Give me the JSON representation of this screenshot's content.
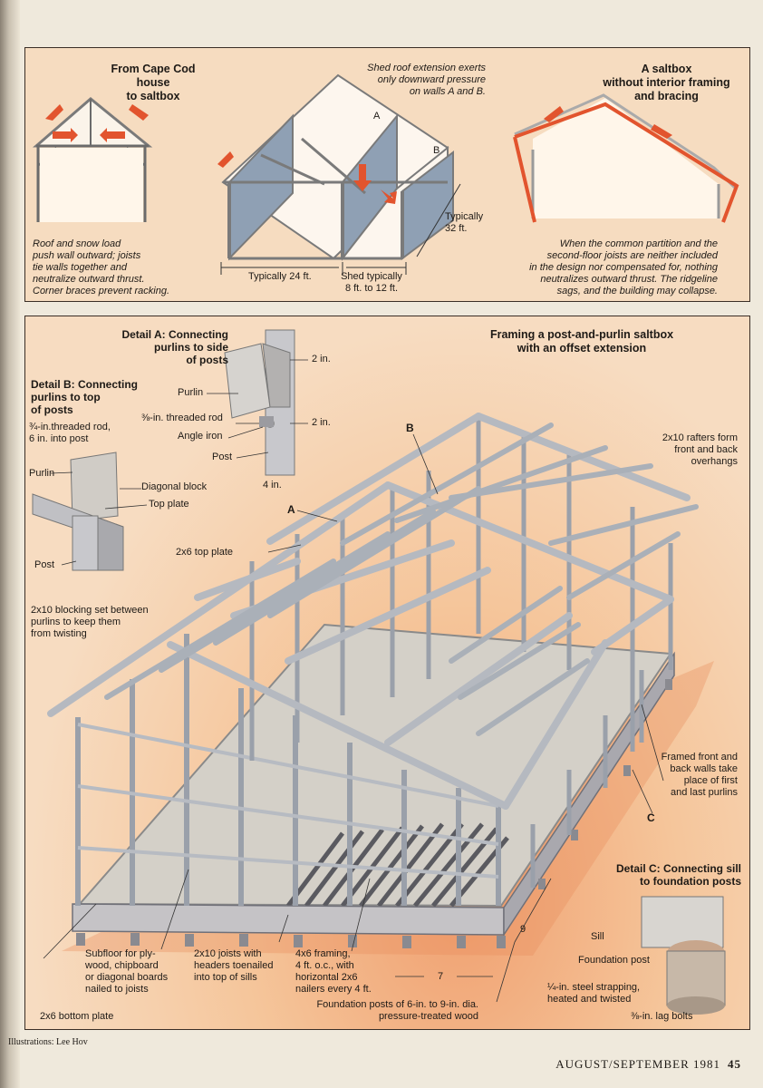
{
  "top": {
    "cape_title": "From Cape Cod house\nto saltbox",
    "cape_caption": "Roof and snow load\npush wall outward; joists\ntie walls together and\nneutralize outward thrust.\nCorner braces prevent racking.",
    "shed_caption": "Shed roof extension exerts\nonly downward pressure\non walls A and B.",
    "wall_a": "A",
    "wall_b": "B",
    "dim_24": "Typically 24 ft.",
    "dim_shed": "Shed typically\n8 ft. to 12 ft.",
    "dim_32": "Typically\n32 ft.",
    "saltbox_title": "A saltbox\nwithout interior framing\nand bracing",
    "saltbox_caption": "When the common partition and the\nsecond-floor joists are neither included\nin the design nor compensated for, nothing\nneutralizes outward thrust. The ridgeline\nsags, and the building may collapse."
  },
  "main": {
    "title": "Framing a post-and-purlin saltbox\nwith an offset extension",
    "detail_a_title": "Detail A: Connecting\npurlins to side\nof posts",
    "detail_a": {
      "purlin": "Purlin",
      "rod": "⅜-in. threaded rod",
      "angle": "Angle iron",
      "post": "Post",
      "dim_2in_top": "2 in.",
      "dim_2in_mid": "2 in.",
      "dim_4in": "4 in."
    },
    "detail_b_title": "Detail B: Connecting\npurlins to top\nof posts",
    "detail_b": {
      "rod": "¾-in.threaded rod,\n6 in. into post",
      "purlin": "Purlin",
      "diag": "Diagonal block",
      "top_plate": "Top plate",
      "post": "Post"
    },
    "label_b": "B",
    "label_a": "A",
    "label_c": "C",
    "top_plate": "2x6 top plate",
    "rafters": "2x10 rafters form\nfront and back\noverhangs",
    "blocking": "2x10 blocking set between\npurlins to keep them\nfrom twisting",
    "walls": "Framed front and\nback walls take\nplace of first\nand last purlins",
    "detail_c_title": "Detail C: Connecting sill\nto foundation posts",
    "detail_c": {
      "sill": "Sill",
      "fpost": "Foundation post",
      "strap": "¼-in. steel strapping,\nheated and twisted",
      "bolts": "⅜-in. lag bolts"
    },
    "subfloor": "Subfloor for ply-\nwood, chipboard\nor diagonal boards\nnailed to joists",
    "joists": "2x10 joists with\nheaders toenailed\ninto top of sills",
    "framing": "4x6 framing,\n4 ft. o.c., with\nhorizontal 2x6\nnailers every 4 ft.",
    "dim_7": "7",
    "dim_9": "9",
    "bottom_plate": "2x6 bottom plate",
    "foundation": "Foundation posts of 6-in. to 9-in. dia.\npressure-treated wood"
  },
  "credit": "Illustrations: Lee Hov",
  "footer": {
    "issue": "AUGUST/SEPTEMBER 1981",
    "page": "45"
  },
  "colors": {
    "arrow": "#e2542e",
    "wall_shade": "#8fa0b4",
    "frame": "#b9bcc2",
    "background_panel": "#f6dcc0"
  }
}
